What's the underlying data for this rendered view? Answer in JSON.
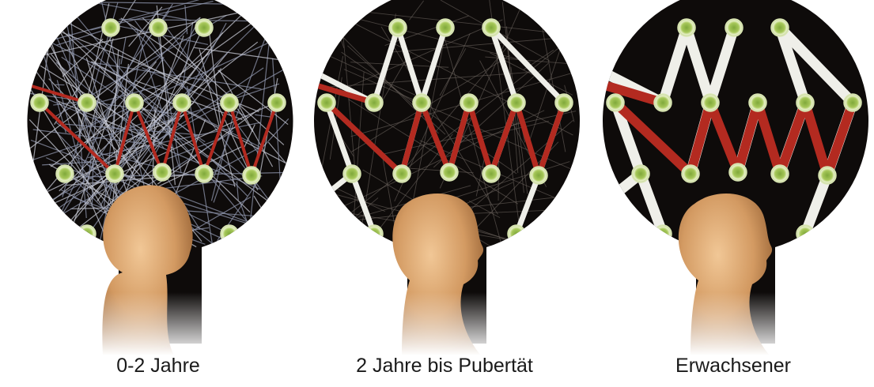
{
  "panels": [
    {
      "caption": "0-2 Jahre"
    },
    {
      "caption": "2 Jahre bis Pubertät"
    },
    {
      "caption": "Erwachsener"
    }
  ],
  "colors": {
    "background_disc": "#0e0b0a",
    "node_fill": "#9fbf4e",
    "node_ring": "#e9f2cc",
    "pathway_red": "#b32a20",
    "pruned_link": "#efefe9",
    "skin": "#d39a62"
  }
}
